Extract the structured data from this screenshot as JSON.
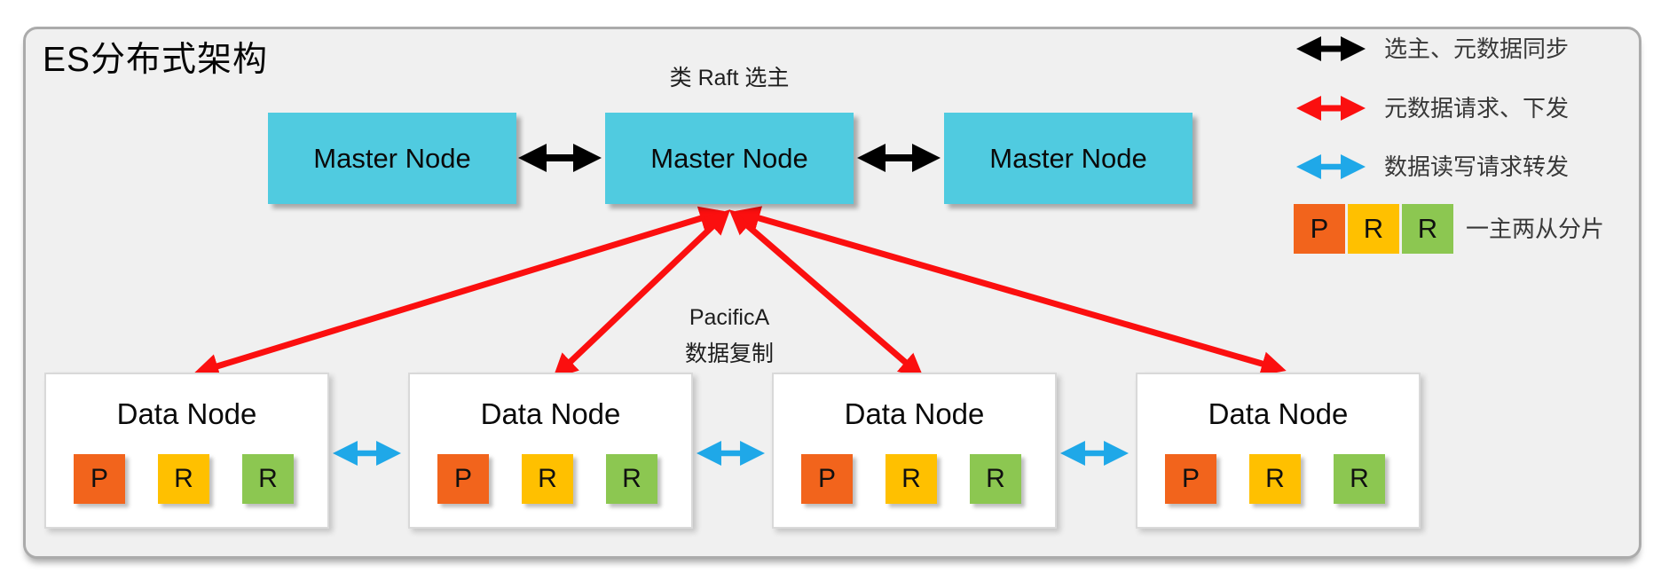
{
  "title": "ES分布式架构",
  "colors": {
    "canvas-bg": "#f0f0f0",
    "frame-border": "#ababab",
    "master-fill": "#50cbe0",
    "node-bg": "#ffffff",
    "node-border": "#d9d9d9",
    "shard-primary": "#f2641c",
    "shard-replica-yellow": "#ffc000",
    "shard-replica-green": "#8cc751",
    "arrow-black": "#000000",
    "arrow-red": "#fb0f0f",
    "arrow-blue": "#1fa8e8"
  },
  "master_section": {
    "annotation": "类 Raft 选主",
    "nodes": [
      {
        "label": "Master Node"
      },
      {
        "label": "Master Node"
      },
      {
        "label": "Master Node"
      }
    ]
  },
  "replication": {
    "line1": "PacificA",
    "line2": "数据复制"
  },
  "data_section": {
    "nodes": [
      {
        "label": "Data Node",
        "shards": [
          {
            "label": "P"
          },
          {
            "label": "R"
          },
          {
            "label": "R"
          }
        ]
      },
      {
        "label": "Data Node",
        "shards": [
          {
            "label": "P"
          },
          {
            "label": "R"
          },
          {
            "label": "R"
          }
        ]
      },
      {
        "label": "Data Node",
        "shards": [
          {
            "label": "P"
          },
          {
            "label": "R"
          },
          {
            "label": "R"
          }
        ]
      },
      {
        "label": "Data Node",
        "shards": [
          {
            "label": "P"
          },
          {
            "label": "R"
          },
          {
            "label": "R"
          }
        ]
      }
    ]
  },
  "legend": {
    "items": [
      {
        "kind": "arrow",
        "color": "#000000",
        "label": "选主、元数据同步"
      },
      {
        "kind": "arrow",
        "color": "#fb0f0f",
        "label": "元数据请求、下发"
      },
      {
        "kind": "arrow",
        "color": "#1fa8e8",
        "label": "数据读写请求转发"
      },
      {
        "kind": "shards",
        "shards": [
          "P",
          "R",
          "R"
        ],
        "label": "一主两从分片"
      }
    ]
  }
}
